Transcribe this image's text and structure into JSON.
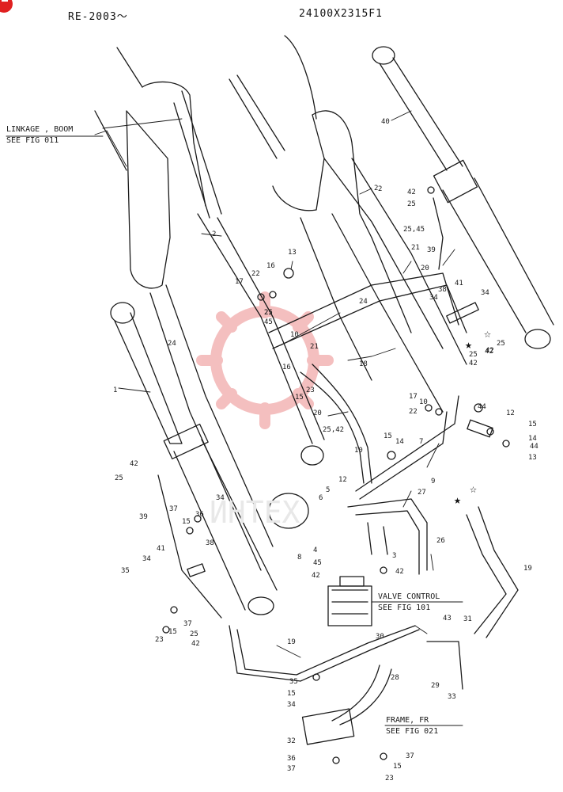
{
  "header": {
    "serial": "RE-2003～",
    "part_number": "24100X2315F1"
  },
  "watermark": "ИНТЕХ",
  "references": [
    {
      "line1": "LINKAGE , BOOM",
      "line2": "SEE FIG 011"
    },
    {
      "line1": "VALVE CONTROL",
      "line2": "SEE FIG 101"
    },
    {
      "line1": "FRAME, FR",
      "line2": "SEE FIG 021"
    }
  ],
  "callouts": [
    "1",
    "2",
    "2",
    "40",
    "42",
    "25",
    "25,45",
    "21",
    "20",
    "13",
    "16",
    "22",
    "17",
    "25",
    "45",
    "24",
    "10",
    "18",
    "21",
    "16",
    "23",
    "15",
    "20",
    "25,42",
    "38",
    "41",
    "34",
    "34",
    "25",
    "42",
    "24",
    "17",
    "22",
    "10",
    "44",
    "12",
    "15",
    "14",
    "44",
    "13",
    "7",
    "10",
    "12",
    "15",
    "14",
    "9",
    "5",
    "6",
    "8",
    "4",
    "45",
    "42",
    "3",
    "42",
    "27",
    "26",
    "43",
    "30",
    "31",
    "29",
    "33",
    "28",
    "19",
    "19",
    "39",
    "37",
    "15",
    "36",
    "38",
    "41",
    "34",
    "35",
    "34",
    "23",
    "15",
    "37",
    "25",
    "42",
    "42",
    "25",
    "35",
    "15",
    "34",
    "32",
    "37",
    "36",
    "37",
    "15",
    "23",
    "39",
    "25",
    "42",
    "2",
    "25",
    "42"
  ],
  "markers": [
    {
      "type": "filled-star"
    },
    {
      "type": "open-star"
    },
    {
      "type": "filled-star"
    },
    {
      "type": "open-star"
    }
  ],
  "colors": {
    "ink": "#1a1a1a",
    "watermark": "#f2b0b0",
    "corner": "#e02020"
  }
}
